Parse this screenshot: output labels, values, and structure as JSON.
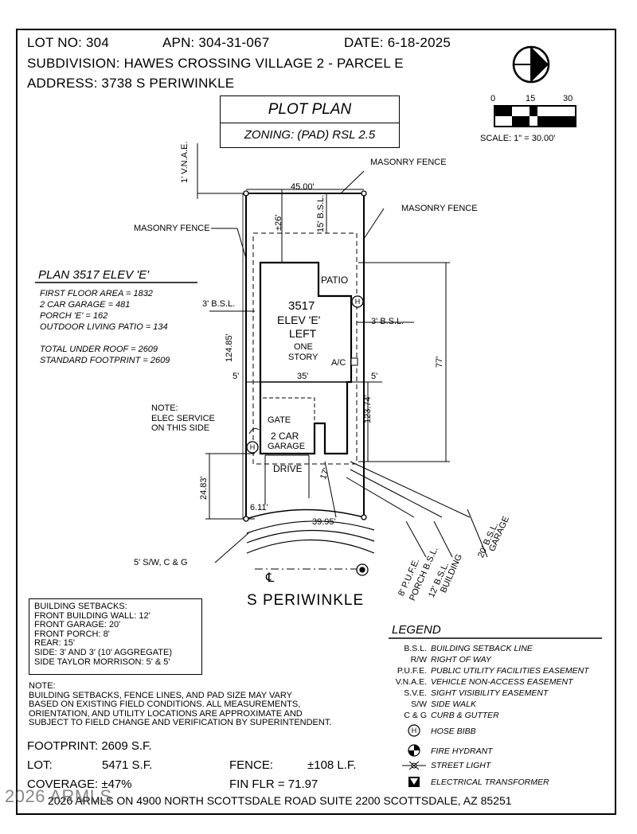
{
  "header": {
    "lot": "LOT NO: 304",
    "apn": "APN: 304-31-067",
    "date": "DATE: 6-18-2025",
    "subdivision": "SUBDIVISION: HAWES CROSSING VILLAGE 2 - PARCEL E",
    "address": "ADDRESS: 3738 S PERIWINKLE"
  },
  "title_box": {
    "title": "PLOT PLAN",
    "zoning": "ZONING: (PAD) RSL 2.5"
  },
  "scale": {
    "ticks": [
      "0",
      "15",
      "30"
    ],
    "label": "SCALE: 1\" = 30.00'"
  },
  "plan_info": {
    "title": "PLAN 3517 ELEV 'E'",
    "lines": [
      "FIRST FLOOR AREA = 1832",
      "2 CAR GARAGE = 481",
      "PORCH 'E' = 162",
      "OUTDOOR LIVING PATIO = 134"
    ],
    "totals": [
      "TOTAL UNDER ROOF = 2609",
      "STANDARD FOOTPRINT = 2609"
    ]
  },
  "plot": {
    "vnae": "1' V.N.A.E.",
    "masonry_fence_1": "MASONRY FENCE",
    "masonry_fence_2": "MASONRY FENCE",
    "masonry_fence_3": "MASONRY FENCE",
    "rear_width": "45.00'",
    "rear_26": "±26'",
    "rear_bsl": "15' B.S.L.",
    "patio": "PATIO",
    "house_1": "3517",
    "house_2": "ELEV 'E'",
    "house_3": "LEFT",
    "house_4": "ONE",
    "house_5": "STORY",
    "ac": "A/C",
    "bsl_left": "3' B.S.L.",
    "bsl_right": "3' B.S.L.",
    "depth_left": "124.85'",
    "depth_right": "77'",
    "side_5_left": "5'",
    "width_35": "35'",
    "side_5_right": "5'",
    "depth_123": "123.74'",
    "note_1": "NOTE:",
    "note_2": "ELEC SERVICE",
    "note_3": "ON THIS SIDE",
    "gate": "GATE",
    "garage_1": "2 CAR",
    "garage_2": "GARAGE",
    "drive": "DRIVE",
    "front_24": "24.83'",
    "front_17": "17'",
    "front_611": "6.11'",
    "front_3995": "39.95'",
    "sw": "5' S/W, C & G",
    "pufe_1": "8' P.U.F.E.",
    "pufe_2": "PORCH B.S.L.",
    "bldg_1": "12' B.S.L.",
    "bldg_2": "BUILDING",
    "gar_1": "20' B.S.L.",
    "gar_2": "GARAGE",
    "street": "S  PERIWINKLE",
    "cl": "℄"
  },
  "setbacks": [
    "BUILDING SETBACKS:",
    "FRONT BUILDING WALL: 12'",
    "FRONT GARAGE: 20'",
    "FRONT PORCH: 8'",
    "REAR: 15'",
    "SIDE: 3' AND 3' (10' AGGREGATE)",
    "SIDE TAYLOR MORRISON: 5' & 5'"
  ],
  "note": [
    "NOTE:",
    "BUILDING SETBACKS, FENCE LINES, AND PAD SIZE MAY VARY",
    "BASED ON EXISTING FIELD CONDITIONS.  ALL MEASUREMENTS,",
    "ORIENTATION, AND UTILITY LOCATIONS ARE APPROXIMATE AND",
    "SUBJECT TO FIELD CHANGE AND VERIFICATION BY SUPERINTENDENT."
  ],
  "stats": {
    "footprint": "FOOTPRINT: 2609 S.F.",
    "lot_label": "LOT:",
    "lot_value": "5471 S.F.",
    "coverage": "COVERAGE: ±47%",
    "fence_label": "FENCE:",
    "fence_value": "±108 L.F.",
    "fin_flr": "FIN FLR =  71.97"
  },
  "legend": {
    "title": "LEGEND",
    "items": [
      {
        "abbr": "B.S.L.",
        "desc": "BUILDING SETBACK LINE"
      },
      {
        "abbr": "R/W",
        "desc": "RIGHT OF WAY"
      },
      {
        "abbr": "P.U.F.E.",
        "desc": "PUBLIC UTILITY FACILITIES EASEMENT"
      },
      {
        "abbr": "V.N.A.E.",
        "desc": "VEHICLE NON-ACCESS EASEMENT"
      },
      {
        "abbr": "S.V.E.",
        "desc": "SIGHT VISIBILITY EASEMENT"
      },
      {
        "abbr": "S/W",
        "desc": "SIDE WALK"
      },
      {
        "abbr": "C & G",
        "desc": "CURB & GUTTER"
      }
    ],
    "symbols": [
      {
        "icon": "hose-bibb-icon",
        "desc": "HOSE BIBB"
      },
      {
        "icon": "fire-hydrant-icon",
        "desc": "FIRE HYDRANT"
      },
      {
        "icon": "street-light-icon",
        "desc": "STREET LIGHT"
      },
      {
        "icon": "electrical-transformer-icon",
        "desc": "ELECTRICAL TRANSFORMER"
      }
    ]
  },
  "footer": {
    "company": "2026 ARMLS ON 4900 NORTH SCOTTSDALE ROAD SUITE 2200 SCOTTSDALE, AZ  85251"
  },
  "watermark": "2026 ARMLS"
}
